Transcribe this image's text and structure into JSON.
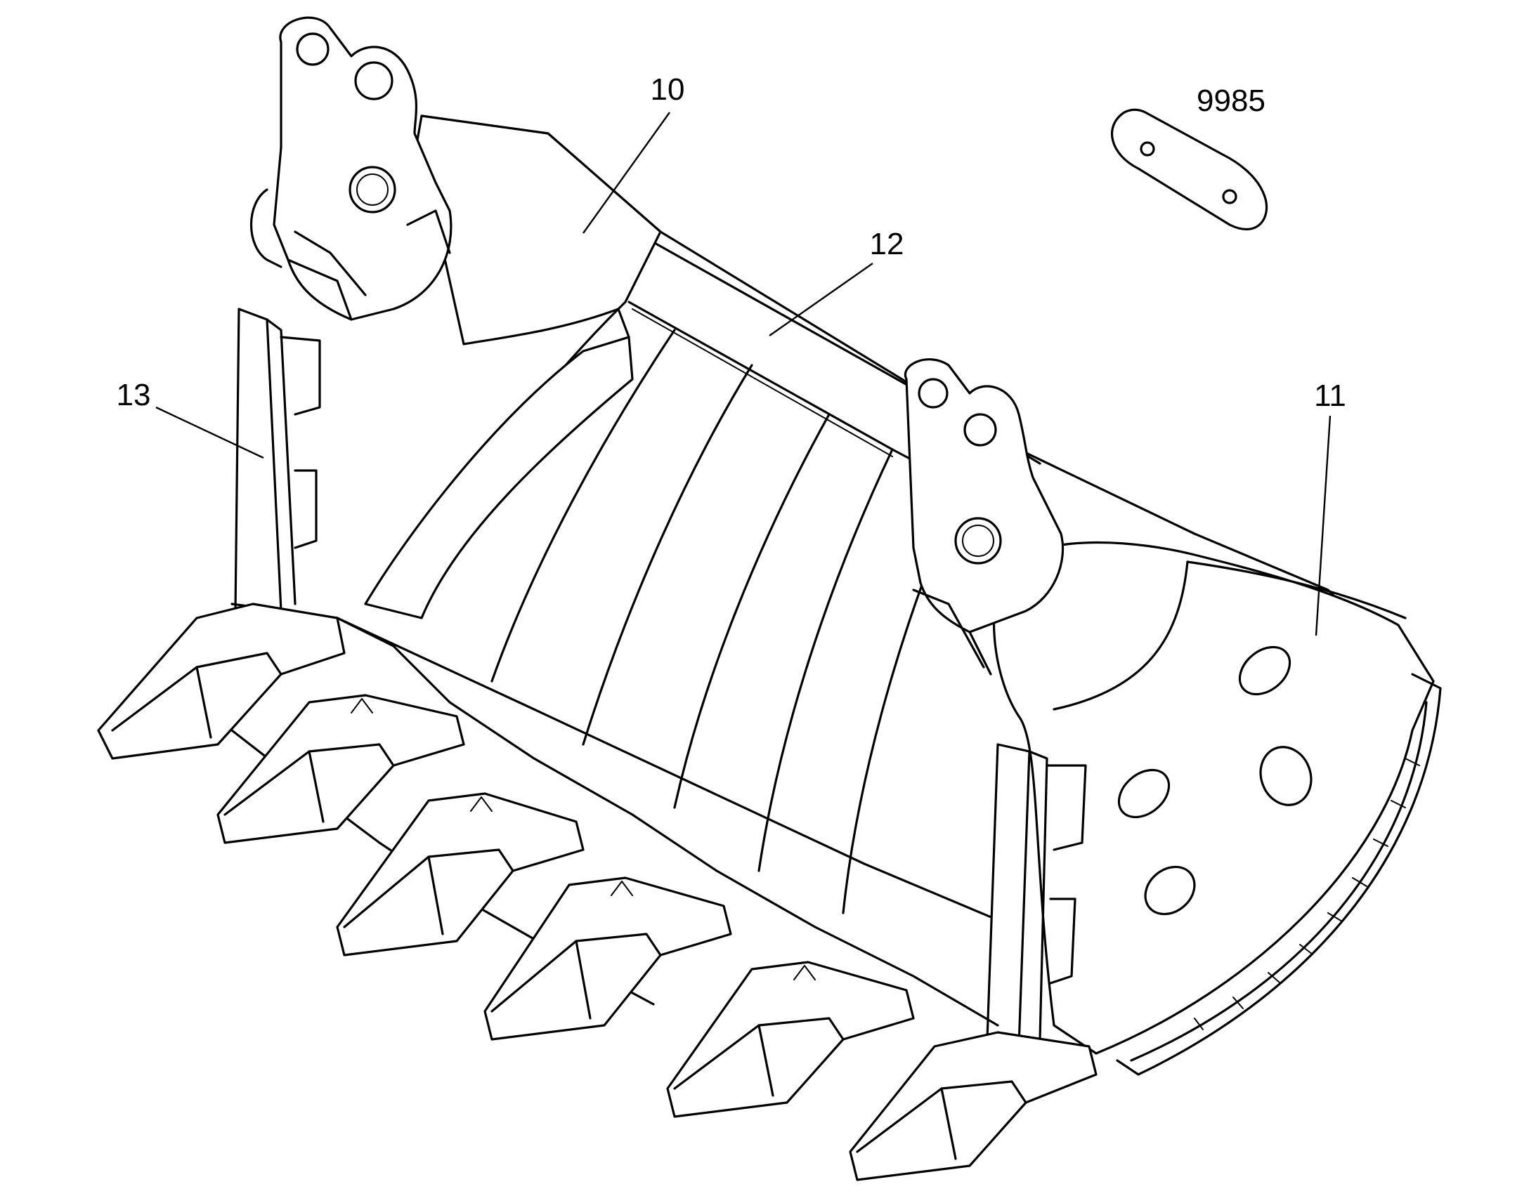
{
  "callouts": {
    "c10": "10",
    "c12": "12",
    "c9985": "9985",
    "c13": "13",
    "c11": "11"
  }
}
